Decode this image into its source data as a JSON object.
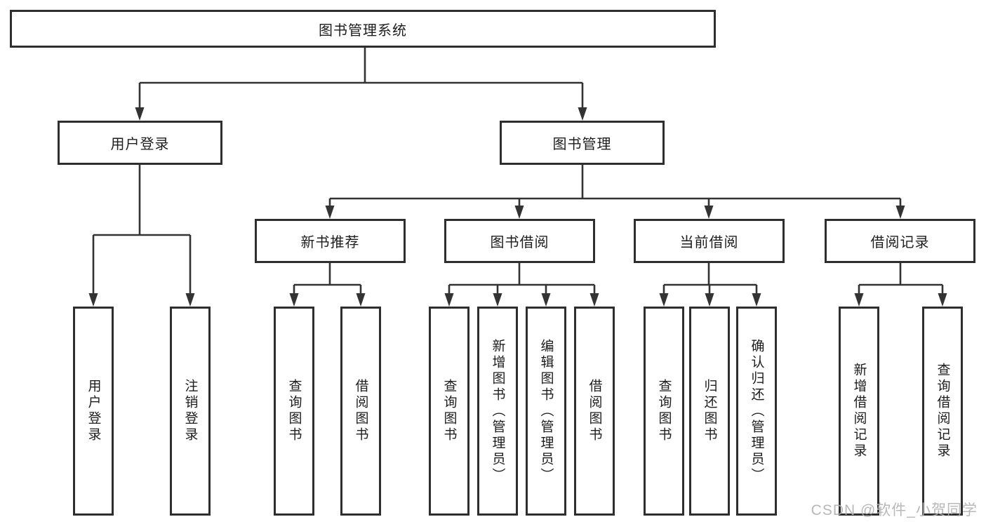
{
  "colors": {
    "line": "#333333",
    "box_border": "#2e2e2e",
    "box_fill": "#ffffff",
    "text": "#1d1d1d",
    "watermark": "#b2b2b2"
  },
  "watermark": "CSDN @软件_小贺同学",
  "tree": {
    "root": "图书管理系统",
    "branches": [
      {
        "label": "用户登录",
        "children": [
          "用户登录",
          "注销登录"
        ]
      },
      {
        "label": "图书管理",
        "sections": [
          {
            "label": "新书推荐",
            "children": [
              "查询图书",
              "借阅图书"
            ]
          },
          {
            "label": "图书借阅",
            "children": [
              "查询图书",
              "新增图书（管理员）",
              "编辑图书（管理员）",
              "借阅图书"
            ]
          },
          {
            "label": "当前借阅",
            "children": [
              "查询图书",
              "归还图书",
              "确认归还（管理员）"
            ]
          },
          {
            "label": "借阅记录",
            "children": [
              "新增借阅记录",
              "查询借阅记录"
            ]
          }
        ]
      }
    ]
  }
}
